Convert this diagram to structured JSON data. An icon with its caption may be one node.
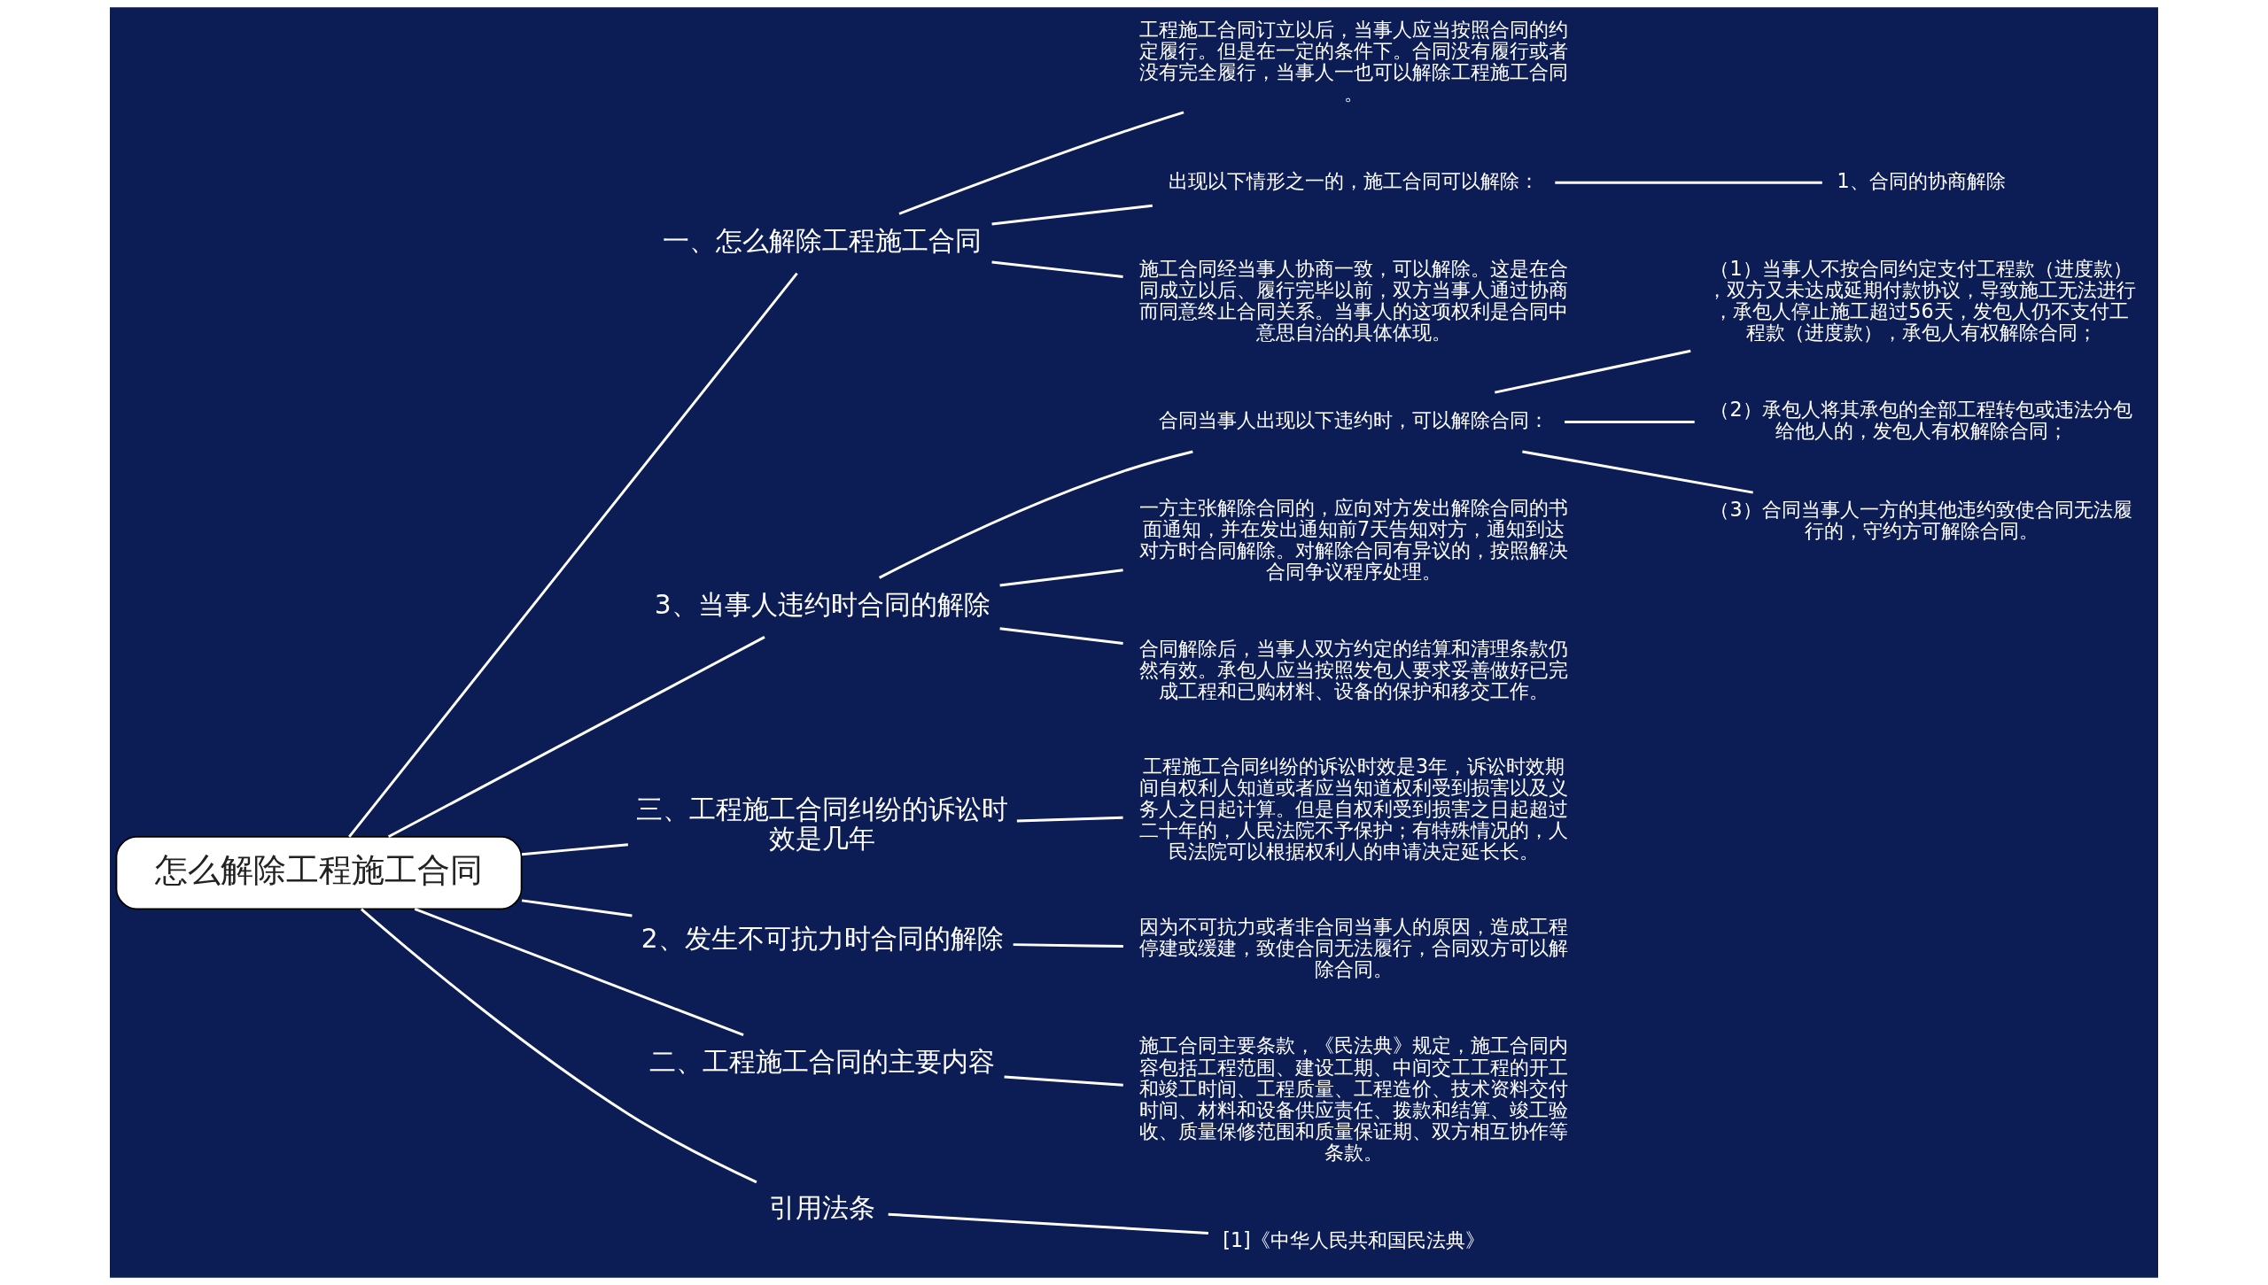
{
  "diagram": {
    "nodes": [
      {
        "text": [
          "怎么解除工程施工合同"
        ]
      },
      {
        "text": [
          "一、怎么解除工程施工合同"
        ]
      },
      {
        "text": [
          "工程施工合同订立以后，当事人应当按照合同的约定履行。但是在一定的条件下。合同没有履行或者没有完全履行，当事人一也可以解除工程施工合同。"
        ]
      },
      {
        "text": [
          "出现以下情形之一的，施工合同可以解除："
        ]
      },
      {
        "text": [
          "1、合同的协商解除"
        ]
      },
      {
        "text": [
          "施工合同经当事人协商一致，可以解除。这是在合同成立以后、履行完毕以前，双方当事人通过协商而同意终止合同关系。当事人的这项权利是合同中意思自治的具体体现。"
        ]
      },
      {
        "text": [
          "3、当事人违约时合同的解除"
        ]
      },
      {
        "text": [
          "合同当事人出现以下违约时，可以解除合同："
        ]
      },
      {
        "text": [
          "（1）当事人不按合同约定支付工程款（进度款），双方又未达成延期付款协议，导致施工无法进行，承包人停止施工超过56天，发包人仍不支付工程款（进度款），承包人有权解除合同；"
        ]
      },
      {
        "text": [
          "（2）承包人将其承包的全部工程转包或违法分包给他人的，发包人有权解除合同；"
        ]
      },
      {
        "text": [
          "（3）合同当事人一方的其他违约致使合同无法履行的，守约方可解除合同。"
        ]
      },
      {
        "text": [
          "一方主张解除合同的，应向对方发出解除合同的书面通知，并在发出通知前7天告知对方，通知到达对方时合同解除。对解除合同有异议的，按照解决合同争议程序处理。"
        ]
      },
      {
        "text": [
          "合同解除后，当事人双方约定的结算和清理条款仍然有效。承包人应当按照发包人要求妥善做好已完成工程和已购材料、设备的保护和移交工作。"
        ]
      },
      {
        "text": [
          "三、工程施工合同纠纷的诉讼时效是几年"
        ]
      },
      {
        "text": [
          "工程施工合同纠纷的诉讼时效是3年，诉讼时效期间自权利人知道或者应当知道权利受到损害以及义务人之日起计算。但是自权利受到损害之日起超过二十年的，人民法院不予保护；有特殊情况的，人民法院可以根据权利人的申请决定延长长。"
        ]
      },
      {
        "text": [
          "2、发生不可抗力时合同的解除"
        ]
      },
      {
        "text": [
          "因为不可抗力或者非合同当事人的原因，造成工程停建或缓建，致使合同无法履行，合同双方可以解除合同。"
        ]
      },
      {
        "text": [
          "二、工程施工合同的主要内容"
        ]
      },
      {
        "text": [
          "施工合同主要条款，《民法典》规定，施工合同内容包括工程范围、建设工期、中间交工工程的开工和竣工时间、工程质量、工程造价、技术资料交付时间、材料和设备供应责任、拨款和结算、竣工验收、质量保修范围和质量保证期、双方相互协作等条款。"
        ]
      },
      {
        "text": [
          "引用法条"
        ]
      },
      {
        "text": [
          "[1]《中华人民共和国民法典》"
        ]
      }
    ],
    "edges": [
      {
        "from": 0,
        "to": 1,
        "arrow": "none"
      },
      {
        "from": 1,
        "to": 2,
        "arrow": "none"
      },
      {
        "from": 1,
        "to": 3,
        "arrow": "none"
      },
      {
        "from": 3,
        "to": 4,
        "arrow": "none"
      },
      {
        "from": 1,
        "to": 5,
        "arrow": "none"
      },
      {
        "from": 0,
        "to": 6,
        "arrow": "none"
      },
      {
        "from": 6,
        "to": 7,
        "arrow": "none"
      },
      {
        "from": 7,
        "to": 8,
        "arrow": "none"
      },
      {
        "from": 7,
        "to": 9,
        "arrow": "none"
      },
      {
        "from": 7,
        "to": 10,
        "arrow": "none"
      },
      {
        "from": 6,
        "to": 11,
        "arrow": "none"
      },
      {
        "from": 6,
        "to": 12,
        "arrow": "none"
      },
      {
        "from": 0,
        "to": 13,
        "arrow": "none"
      },
      {
        "from": 13,
        "to": 14,
        "arrow": "none"
      },
      {
        "from": 0,
        "to": 15,
        "arrow": "none"
      },
      {
        "from": 15,
        "to": 16,
        "arrow": "none"
      },
      {
        "from": 0,
        "to": 17,
        "arrow": "none"
      },
      {
        "from": 17,
        "to": 18,
        "arrow": "none"
      },
      {
        "from": 0,
        "to": 19,
        "arrow": "none"
      },
      {
        "from": 19,
        "to": 20,
        "arrow": "none"
      }
    ]
  }
}
